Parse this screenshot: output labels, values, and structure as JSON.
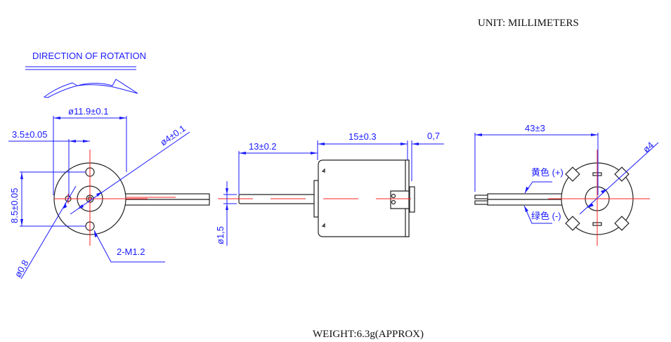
{
  "header": {
    "unit_label": "UNIT: MILLIMETERS"
  },
  "rotation": {
    "label": "DIRECTION OF ROTATION"
  },
  "front_view": {
    "outer_diameter": "ø11.9±0.1",
    "hole_offset": "3.5±0.05",
    "hole_spacing": "8.5±0.05",
    "boss_diameter": "ø4±0.1",
    "vent_hole": "ø0,8",
    "mount_holes": "2-M1.2"
  },
  "side_view": {
    "shaft_length": "13±0.2",
    "body_length": "15±0.3",
    "cap_thickness": "0,7",
    "shaft_diameter": "ø1,5"
  },
  "rear_view": {
    "lead_length": "43±3",
    "boss_diameter": "ø4",
    "positive_lead": "黄色 (+)",
    "negative_lead": "绿色 (-)"
  },
  "footer": {
    "weight": "WEIGHT:6.3g(APPROX)"
  },
  "colors": {
    "dimension": "#1a1aff",
    "centerline": "#ff2020",
    "outline": "#222222"
  }
}
